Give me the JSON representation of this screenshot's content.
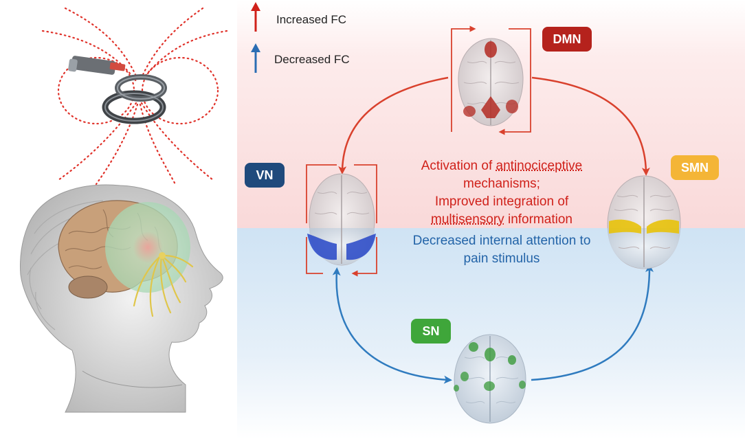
{
  "legend": {
    "increased_label": "Increased FC",
    "decreased_label": "Decreased FC",
    "increased_color": "#d0211a",
    "decreased_color": "#2a6db3"
  },
  "networks": {
    "dmn": {
      "label": "DMN",
      "color": "#b5221c"
    },
    "vn": {
      "label": "VN",
      "color": "#1f4a7c"
    },
    "smn": {
      "label": "SMN",
      "color": "#f4b536"
    },
    "sn": {
      "label": "SN",
      "color": "#3fa63a"
    }
  },
  "annotations": {
    "increased_line1_a": "Activation of ",
    "increased_line1_b": "antinociceptive",
    "increased_line2": "mechanisms;",
    "increased_line3": "Improved integration of",
    "increased_line4_a": "multisensory",
    "increased_line4_b": " information",
    "decreased_line1": "Decreased internal attention to",
    "decreased_line2": "pain stimulus"
  },
  "colors": {
    "upper_zone": "#fbe3e3",
    "lower_zone": "#dcebf7",
    "arrow_red": "#d9412d",
    "arrow_blue": "#2f7bbf"
  }
}
